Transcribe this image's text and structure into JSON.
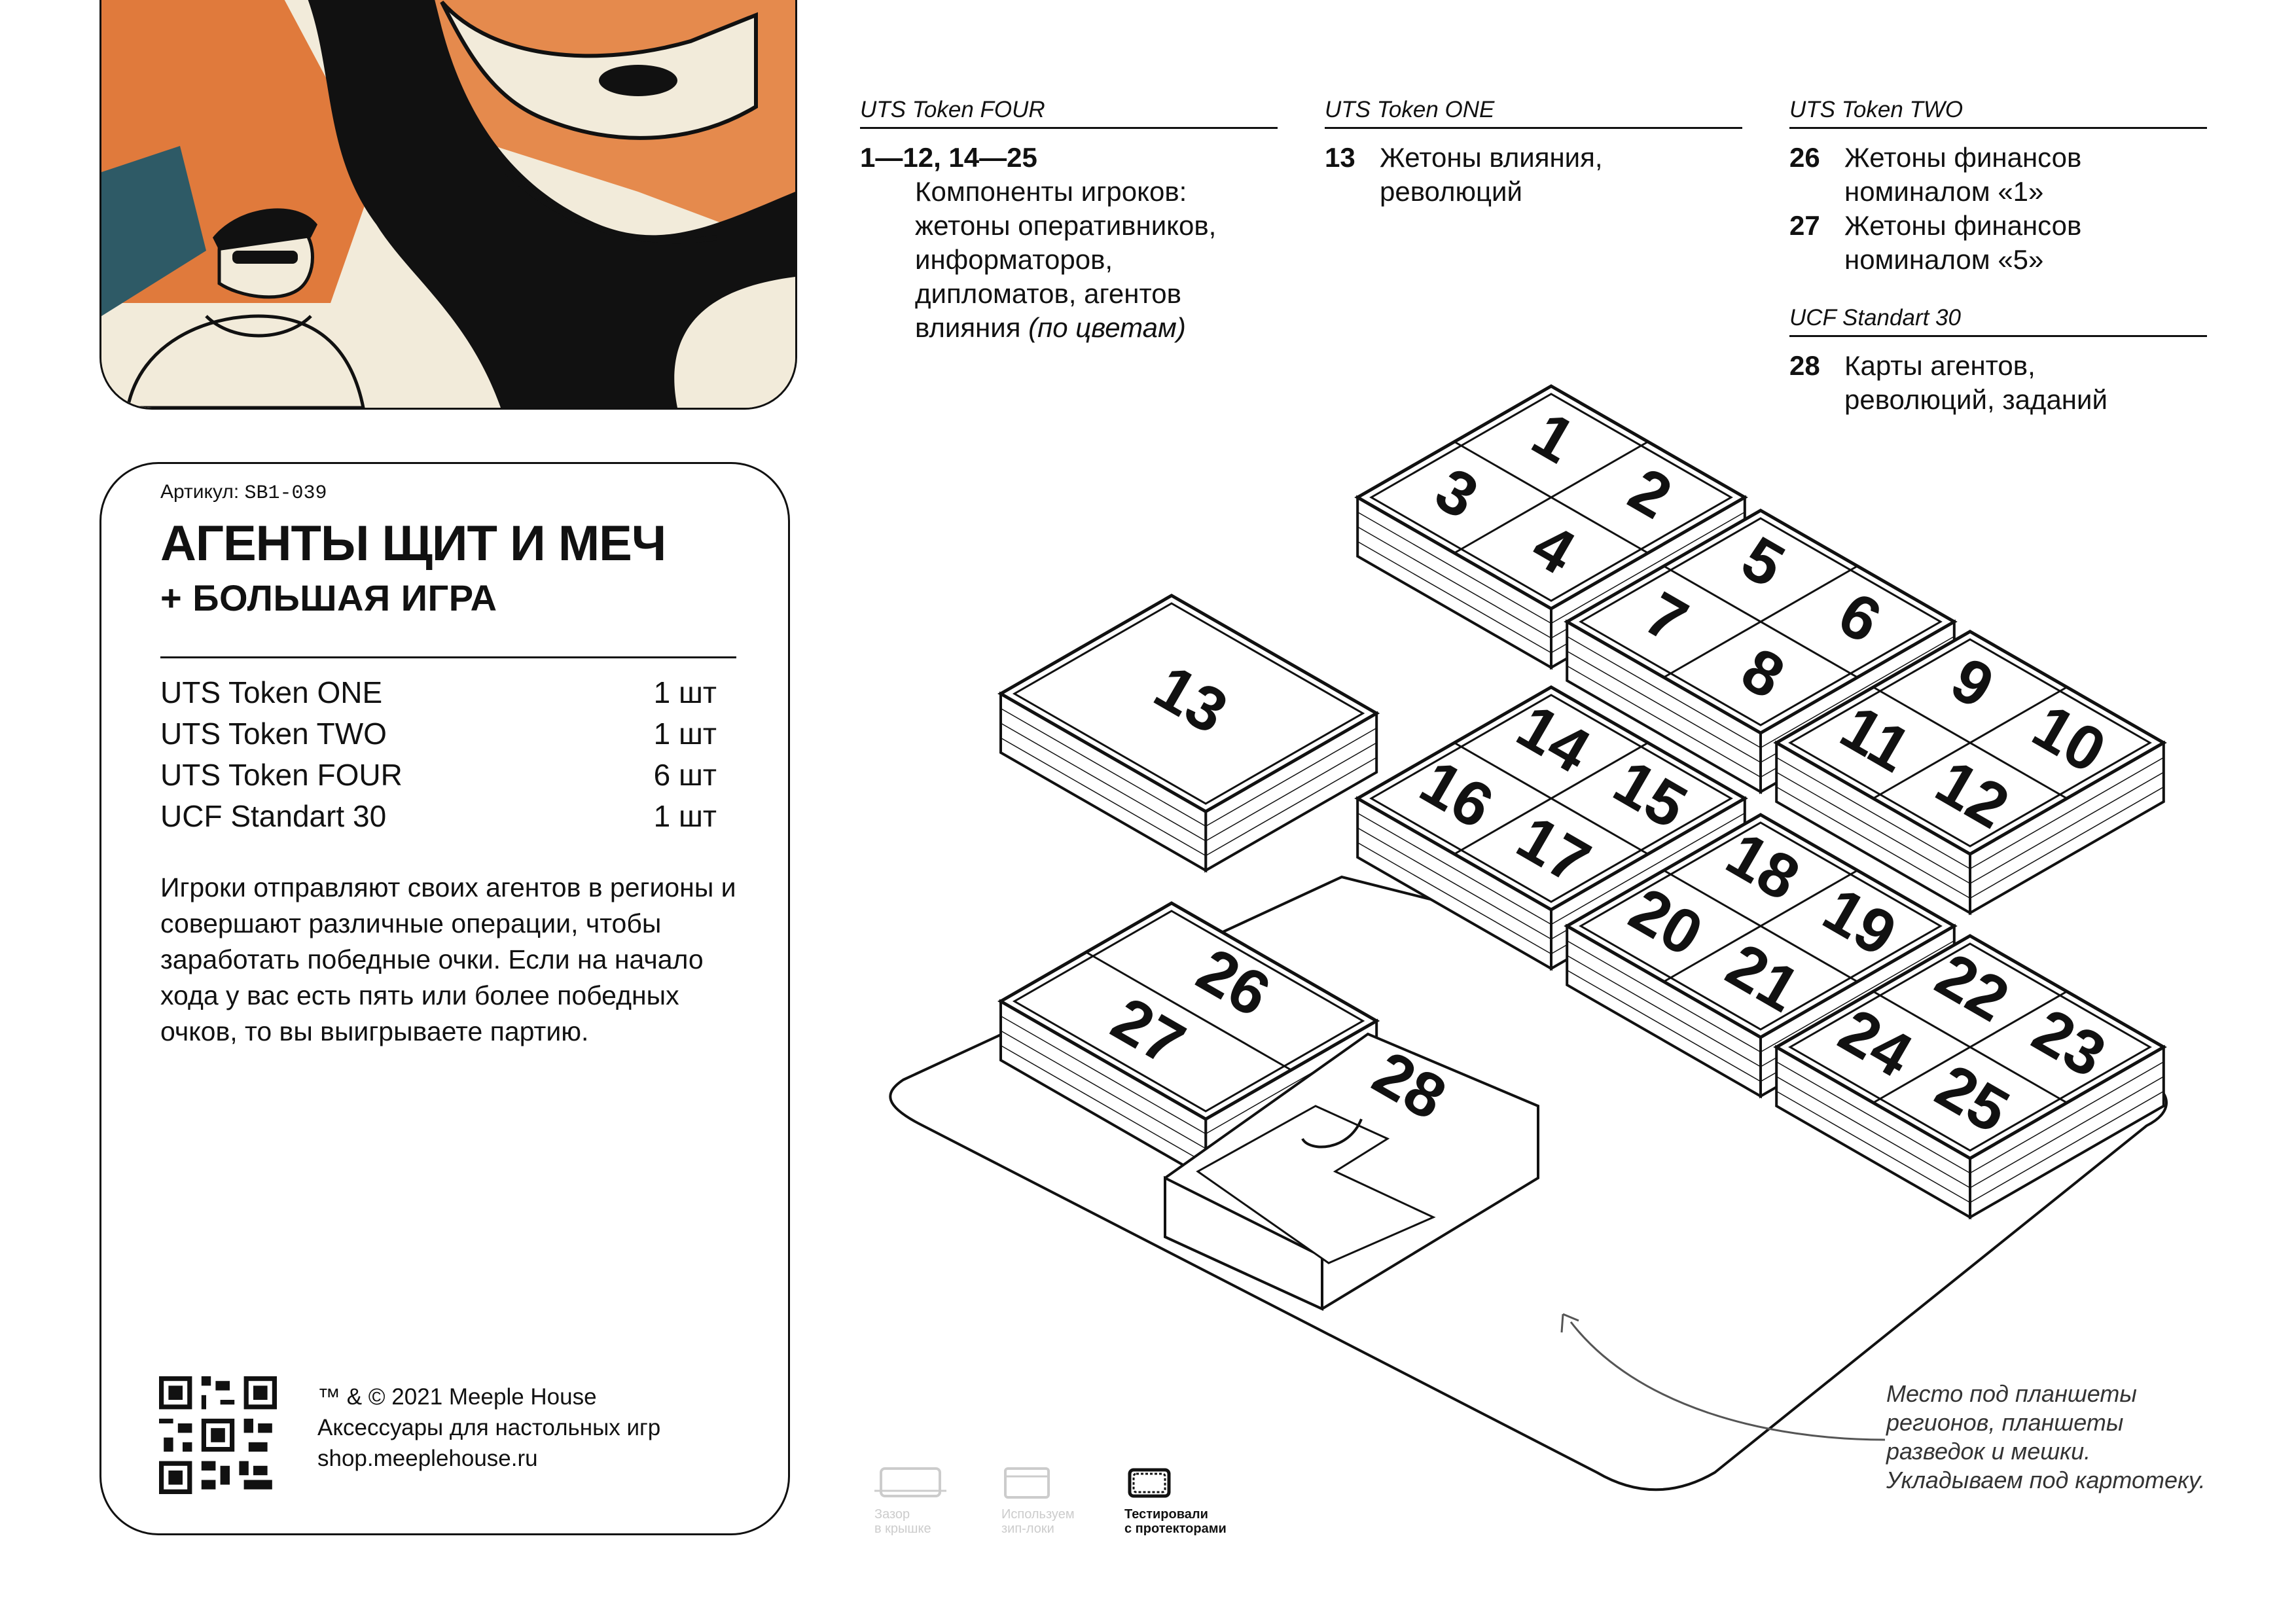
{
  "card": {
    "sku_label": "Артикул:",
    "sku_value": "SB1-039",
    "title": "АГЕНТЫ ЩИТ И МЕЧ",
    "subtitle": "+ БОЛЬШАЯ ИГРА",
    "contents": [
      {
        "name": "UTS Token ONE",
        "qty": "1 шт"
      },
      {
        "name": "UTS Token TWO",
        "qty": "1 шт"
      },
      {
        "name": "UTS Token FOUR",
        "qty": "6 шт"
      },
      {
        "name": "UCF Standart 30",
        "qty": "1 шт"
      }
    ],
    "description": "Игроки отправляют своих агентов в регионы и совершают различные операции, чтобы заработать победные очки. Если на начало хода у вас есть пять или более победных очков, то вы выигрываете партию.",
    "legal": [
      "™ & © 2021 Meeple House",
      "Аксессуары для настольных игр",
      "shop.meeplehouse.ru"
    ]
  },
  "sections": {
    "four": {
      "header": "UTS Token FOUR",
      "num": "1—12, 14—25",
      "text_lines": [
        "Компоненты игроков:",
        "жетоны оперативников,",
        "информаторов,",
        "дипломатов, агентов"
      ],
      "last_line": "влияния",
      "last_italic": "(по цветам)"
    },
    "one": {
      "header": "UTS Token ONE",
      "num": "13",
      "text_lines": [
        "Жетоны влияния,",
        "революций"
      ]
    },
    "two": {
      "header": "UTS Token TWO",
      "items": [
        {
          "num": "26",
          "text_lines": [
            "Жетоны финансов",
            "номиналом «1»"
          ]
        },
        {
          "num": "27",
          "text_lines": [
            "Жетоны финансов",
            "номиналом «5»"
          ]
        }
      ]
    },
    "ucf": {
      "header": "UCF Standart 30",
      "num": "28",
      "text_lines": [
        "Карты агентов,",
        "революций, заданий"
      ]
    }
  },
  "note": [
    "Место под планшеты",
    "регионов, планшеты",
    "разведок и мешки.",
    "Укладываем под картотеку."
  ],
  "icons": [
    {
      "name": "gap-icon",
      "lines": [
        "Зазор",
        "в крышке"
      ],
      "active": false
    },
    {
      "name": "zip-bag-icon",
      "lines": [
        "Используем",
        "зип-локи"
      ],
      "active": false
    },
    {
      "name": "protector-icon",
      "lines": [
        "Тестировали",
        "с протекторами"
      ],
      "active": true
    }
  ],
  "tray_labels": [
    "1",
    "2",
    "3",
    "4",
    "5",
    "6",
    "7",
    "8",
    "9",
    "10",
    "11",
    "12",
    "13",
    "14",
    "15",
    "16",
    "17",
    "18",
    "19",
    "20",
    "21",
    "22",
    "23",
    "24",
    "25",
    "26",
    "27",
    "28"
  ]
}
